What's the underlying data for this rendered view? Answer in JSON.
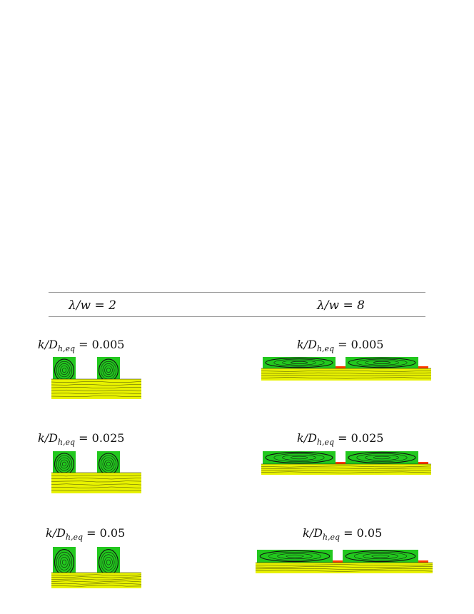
{
  "table": {
    "col_headers": [
      "λ/w = 2",
      "λ/w = 8"
    ],
    "rows": [
      {
        "label_left": "k/D",
        "sub": "h,eq",
        "value": "0.005"
      },
      {
        "label_left": "k/D",
        "sub": "h,eq",
        "value": "0.025"
      },
      {
        "label_left": "k/D",
        "sub": "h,eq",
        "value": "0.05"
      }
    ]
  },
  "colors": {
    "cavity_green": "#22c81e",
    "channel_yellow": "#e8f200",
    "streamline": "#111111",
    "hot_spot": "#ff3b00"
  }
}
